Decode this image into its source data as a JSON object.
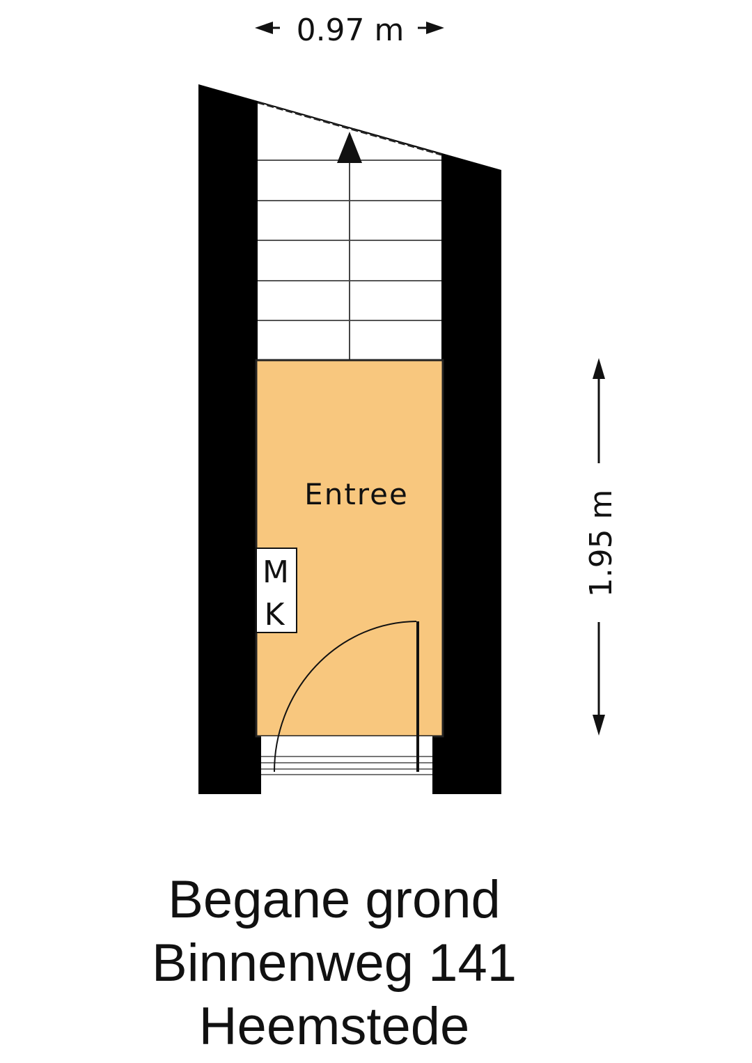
{
  "dimensions": {
    "width_label": "0.97 m",
    "length_label": "1.95 m"
  },
  "rooms": {
    "entree": {
      "label": "Entree",
      "fill_color": "#f8c77e"
    }
  },
  "meter_cupboard": {
    "line1": "M",
    "line2": "K"
  },
  "caption": {
    "line1": "Begane grond",
    "line2": "Binnenweg 141",
    "line3": "Heemstede"
  },
  "colors": {
    "wall": "#000000",
    "room": "#f8c77e",
    "stair": "#ffffff",
    "line": "#333333"
  }
}
